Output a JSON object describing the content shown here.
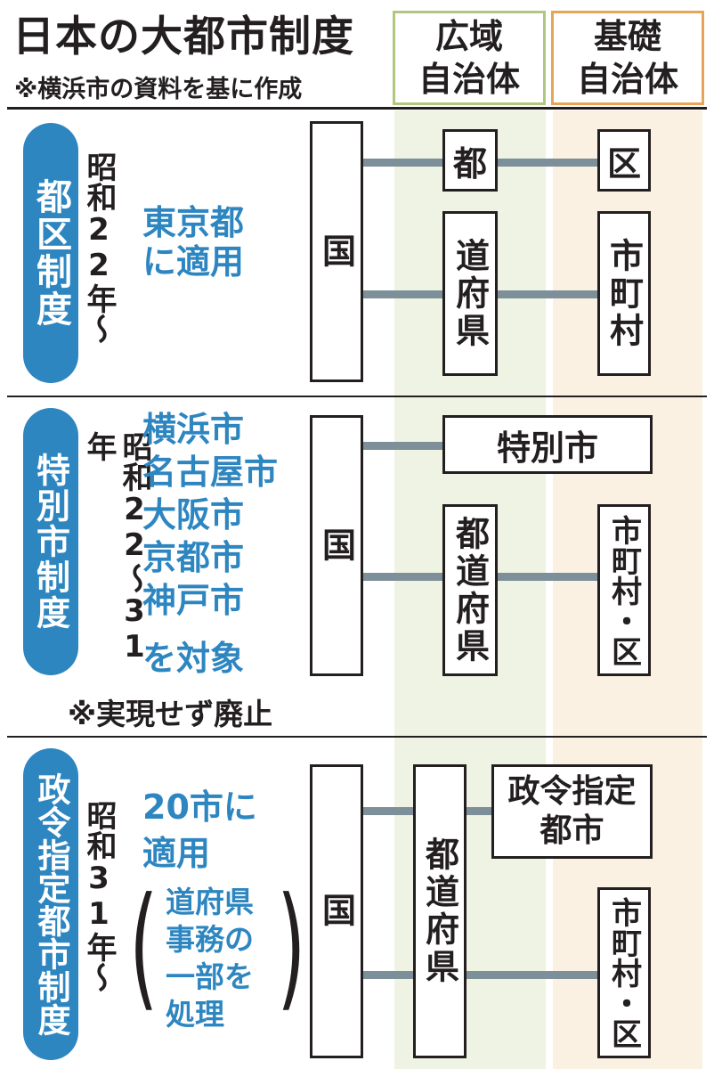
{
  "header": {
    "title": "日本の大都市制度",
    "note": "※横浜市の資料を基に作成",
    "col_wide": "広域\n自治体",
    "col_basic": "基礎\n自治体"
  },
  "colors": {
    "accent_blue": "#2e86c1",
    "wide_border": "#b1c77f",
    "basic_border": "#e6a557",
    "wide_band": "#eef3e3",
    "basic_band": "#fbf1e3",
    "connector": "#7d8f99"
  },
  "sections": [
    {
      "label": "都区制度",
      "era": "昭和22年〜",
      "description": "東京都\nに適用",
      "nodes": {
        "country": "国",
        "wide_top": "都",
        "basic_top": "区",
        "wide_bottom": "道府県",
        "basic_bottom": "市町村"
      }
    },
    {
      "label": "特別市制度",
      "era": "昭和22〜31年",
      "description": "横浜市\n名古屋市\n大阪市\n京都市\n神戸市",
      "description_tail": "を対象",
      "footnote": "※実現せず廃止",
      "nodes": {
        "country": "国",
        "special_city": "特別市",
        "wide_bottom": "都道府県",
        "basic_bottom": "市町村・区"
      }
    },
    {
      "label": "政令指定都市制度",
      "era": "昭和31年〜",
      "description": "20市に\n適用",
      "paren_text": "道府県\n事務の\n一部を\n処理",
      "nodes": {
        "country": "国",
        "wide": "都道府県",
        "designated_city": "政令指定\n都市",
        "basic_bottom": "市町村・区"
      }
    }
  ]
}
